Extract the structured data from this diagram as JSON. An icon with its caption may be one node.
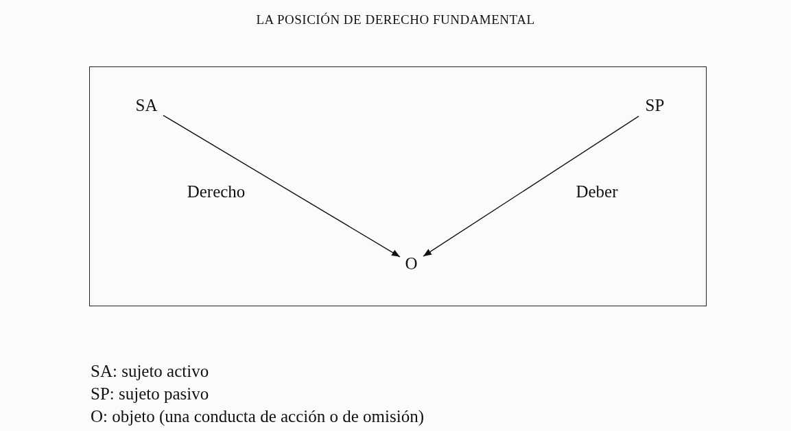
{
  "diagram": {
    "title": "LA POSICIÓN DE DERECHO FUNDAMENTAL",
    "nodes": [
      {
        "text": [],
        "shape": "box"
      },
      {
        "text": [
          "SA"
        ],
        "in": 0
      },
      {
        "text": [
          "SP"
        ],
        "in": 0
      },
      {
        "text": [
          "O"
        ],
        "in": 0
      }
    ],
    "edges": [
      {
        "from": 1,
        "to": 3,
        "arrow": "to",
        "label": "Derecho"
      },
      {
        "from": 2,
        "to": 3,
        "arrow": "to",
        "label": "Deber"
      }
    ],
    "labels": [
      "SA: sujeto activo",
      "SP: sujeto pasivo",
      "O: objeto (una conducta de acción o de omisión)"
    ]
  }
}
